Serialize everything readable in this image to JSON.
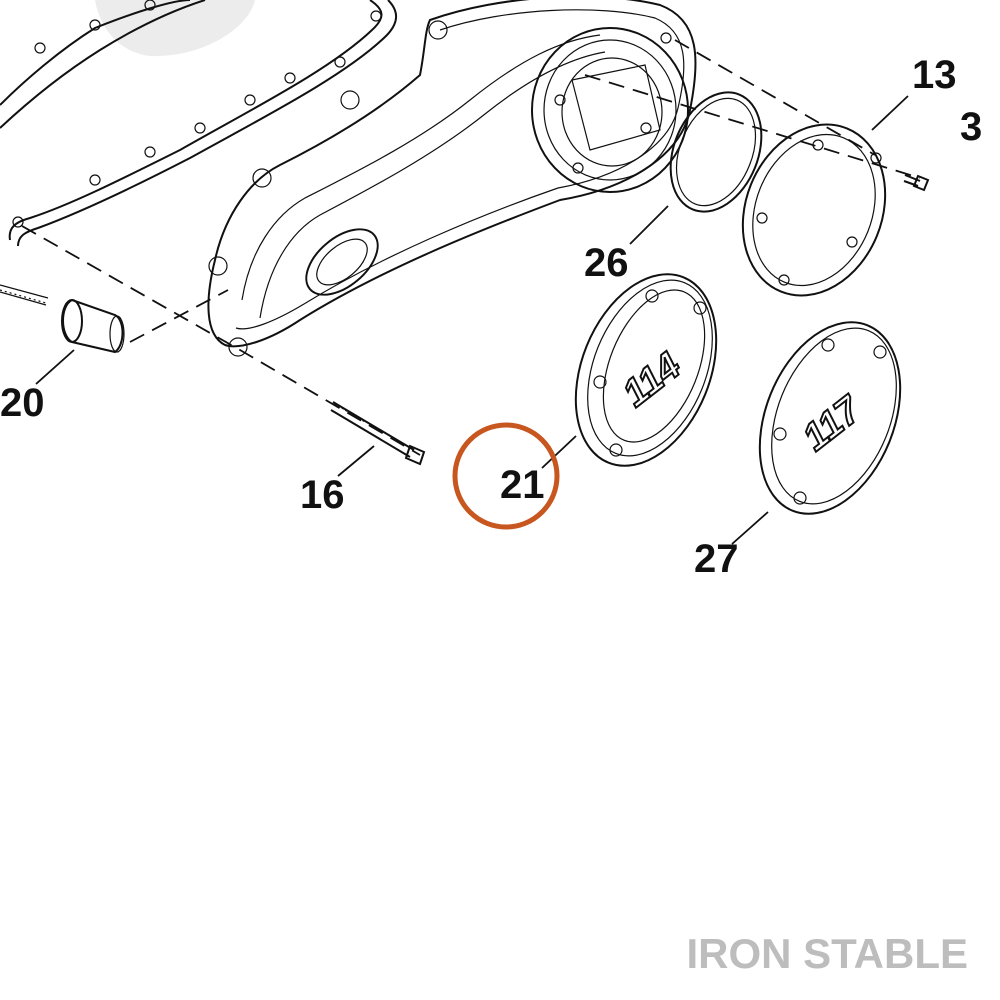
{
  "diagram": {
    "part_labels": {
      "p13": "13",
      "p3": "3",
      "p26": "26",
      "p20": "20",
      "p16": "16",
      "p21": "21",
      "p27": "27"
    },
    "cover_badges": {
      "p21": "114",
      "p27": "117"
    },
    "highlight": {
      "target": "21",
      "color": "#c8561f"
    },
    "watermark": "IRON STABLE"
  }
}
